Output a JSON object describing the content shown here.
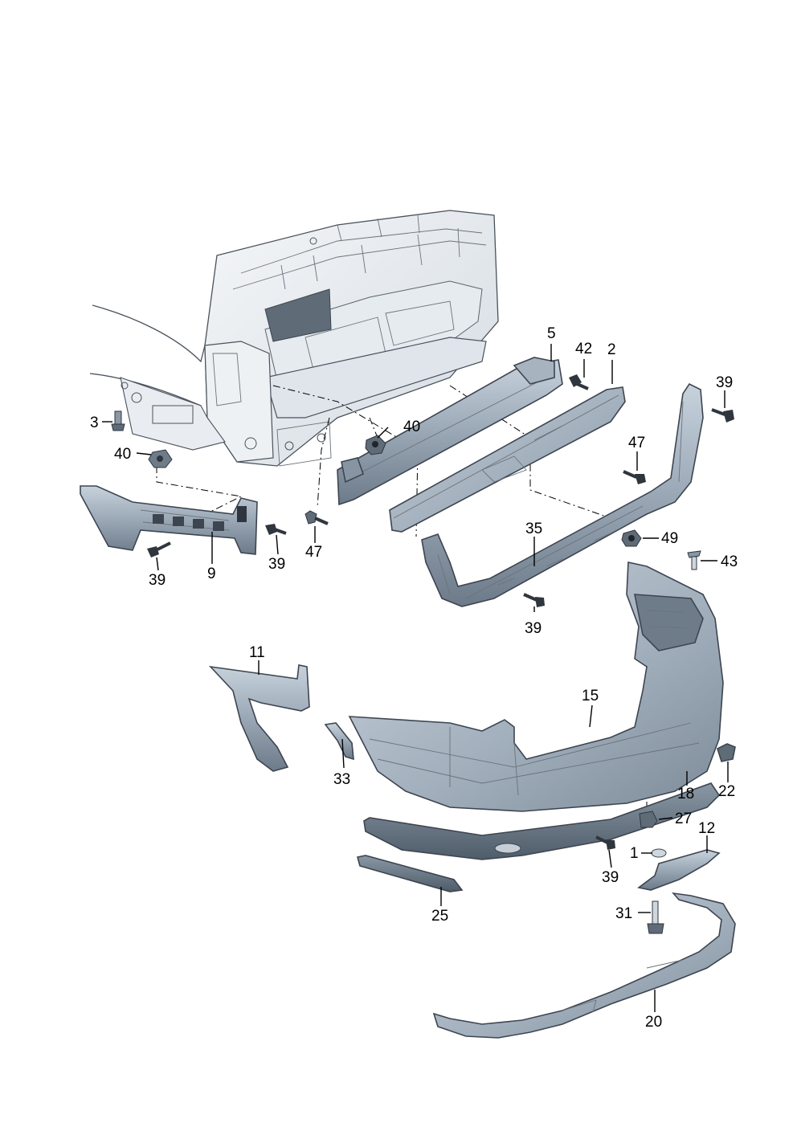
{
  "callouts": {
    "c3": "3",
    "c40a": "40",
    "c40b": "40",
    "c5": "5",
    "c42": "42",
    "c2": "2",
    "c39a": "39",
    "c47a": "47",
    "c47b": "47",
    "c49": "49",
    "c43": "43",
    "c35": "35",
    "c39b": "39",
    "c9": "9",
    "c39c": "39",
    "c39d": "39",
    "c11": "11",
    "c15": "15",
    "c33": "33",
    "c22": "22",
    "c18": "18",
    "c27": "27",
    "c12": "12",
    "c1": "1",
    "c39e": "39",
    "c25": "25",
    "c31": "31",
    "c20": "20"
  }
}
